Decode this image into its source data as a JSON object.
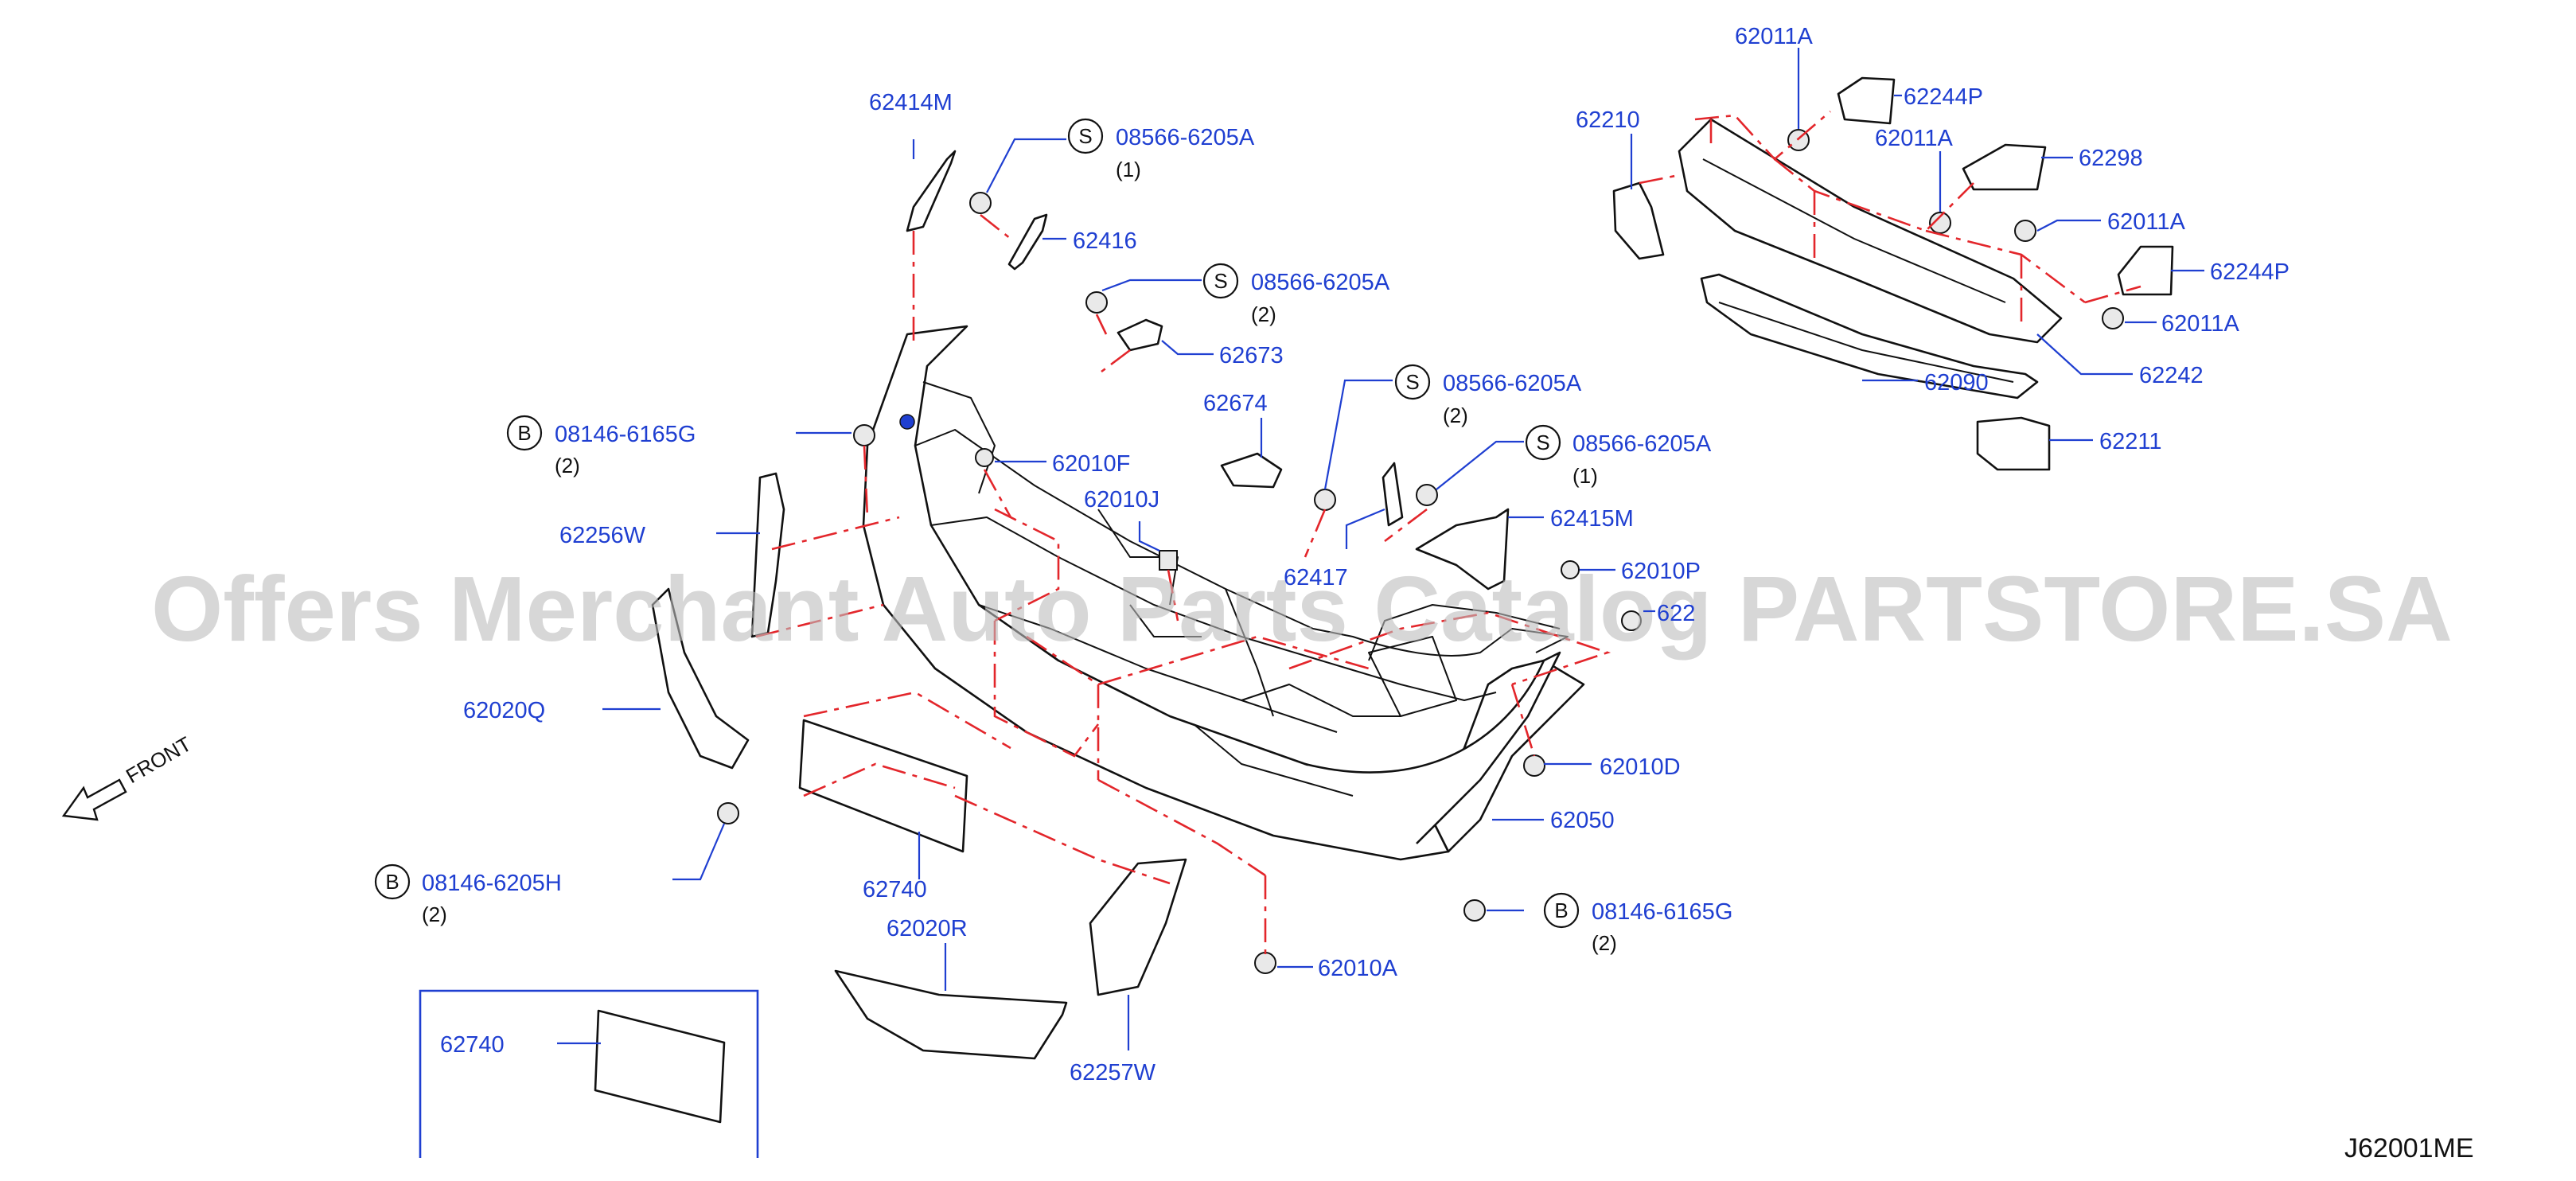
{
  "diagram_code": "J62001ME",
  "watermark": "Offers Merchant Auto Parts Catalog PARTSTORE.SA",
  "front_label": "FRONT",
  "callouts": [
    {
      "id": "c62414M",
      "part": "62414M"
    },
    {
      "id": "c08566a",
      "symbol": "S",
      "part": "08566-6205A",
      "qty": "(1)"
    },
    {
      "id": "c62416",
      "part": "62416"
    },
    {
      "id": "c08566b",
      "symbol": "S",
      "part": "08566-6205A",
      "qty": "(2)"
    },
    {
      "id": "c62673",
      "part": "62673"
    },
    {
      "id": "c62674",
      "part": "62674"
    },
    {
      "id": "c08566c",
      "symbol": "S",
      "part": "08566-6205A",
      "qty": "(2)"
    },
    {
      "id": "c08566d",
      "symbol": "S",
      "part": "08566-6205A",
      "qty": "(1)"
    },
    {
      "id": "c08146a",
      "symbol": "B",
      "part": "08146-6165G",
      "qty": "(2)"
    },
    {
      "id": "c62010F",
      "part": "62010F"
    },
    {
      "id": "c62010J",
      "part": "62010J"
    },
    {
      "id": "c62256W",
      "part": "62256W"
    },
    {
      "id": "c62417",
      "part": "62417"
    },
    {
      "id": "c62415M",
      "part": "62415M"
    },
    {
      "id": "c62010P",
      "part": "62010P"
    },
    {
      "id": "c622xx",
      "part": "622"
    },
    {
      "id": "c62020Q",
      "part": "62020Q"
    },
    {
      "id": "c62010D",
      "part": "62010D"
    },
    {
      "id": "c62050",
      "part": "62050"
    },
    {
      "id": "c08146b",
      "symbol": "B",
      "part": "08146-6205H",
      "qty": "(2)"
    },
    {
      "id": "c62740a",
      "part": "62740"
    },
    {
      "id": "c08146c",
      "symbol": "B",
      "part": "08146-6165G",
      "qty": "(2)"
    },
    {
      "id": "c62020R",
      "part": "62020R"
    },
    {
      "id": "c62010A",
      "part": "62010A"
    },
    {
      "id": "c62257W",
      "part": "62257W"
    },
    {
      "id": "c62740b",
      "part": "62740"
    },
    {
      "id": "c62011Aa",
      "part": "62011A"
    },
    {
      "id": "c62244Pa",
      "part": "62244P"
    },
    {
      "id": "c62210",
      "part": "62210"
    },
    {
      "id": "c62011Ab",
      "part": "62011A"
    },
    {
      "id": "c62298",
      "part": "62298"
    },
    {
      "id": "c62011Ac",
      "part": "62011A"
    },
    {
      "id": "c62244Pb",
      "part": "62244P"
    },
    {
      "id": "c62011Ad",
      "part": "62011A"
    },
    {
      "id": "c62242",
      "part": "62242"
    },
    {
      "id": "c62090",
      "part": "62090"
    },
    {
      "id": "c62211",
      "part": "62211"
    }
  ]
}
